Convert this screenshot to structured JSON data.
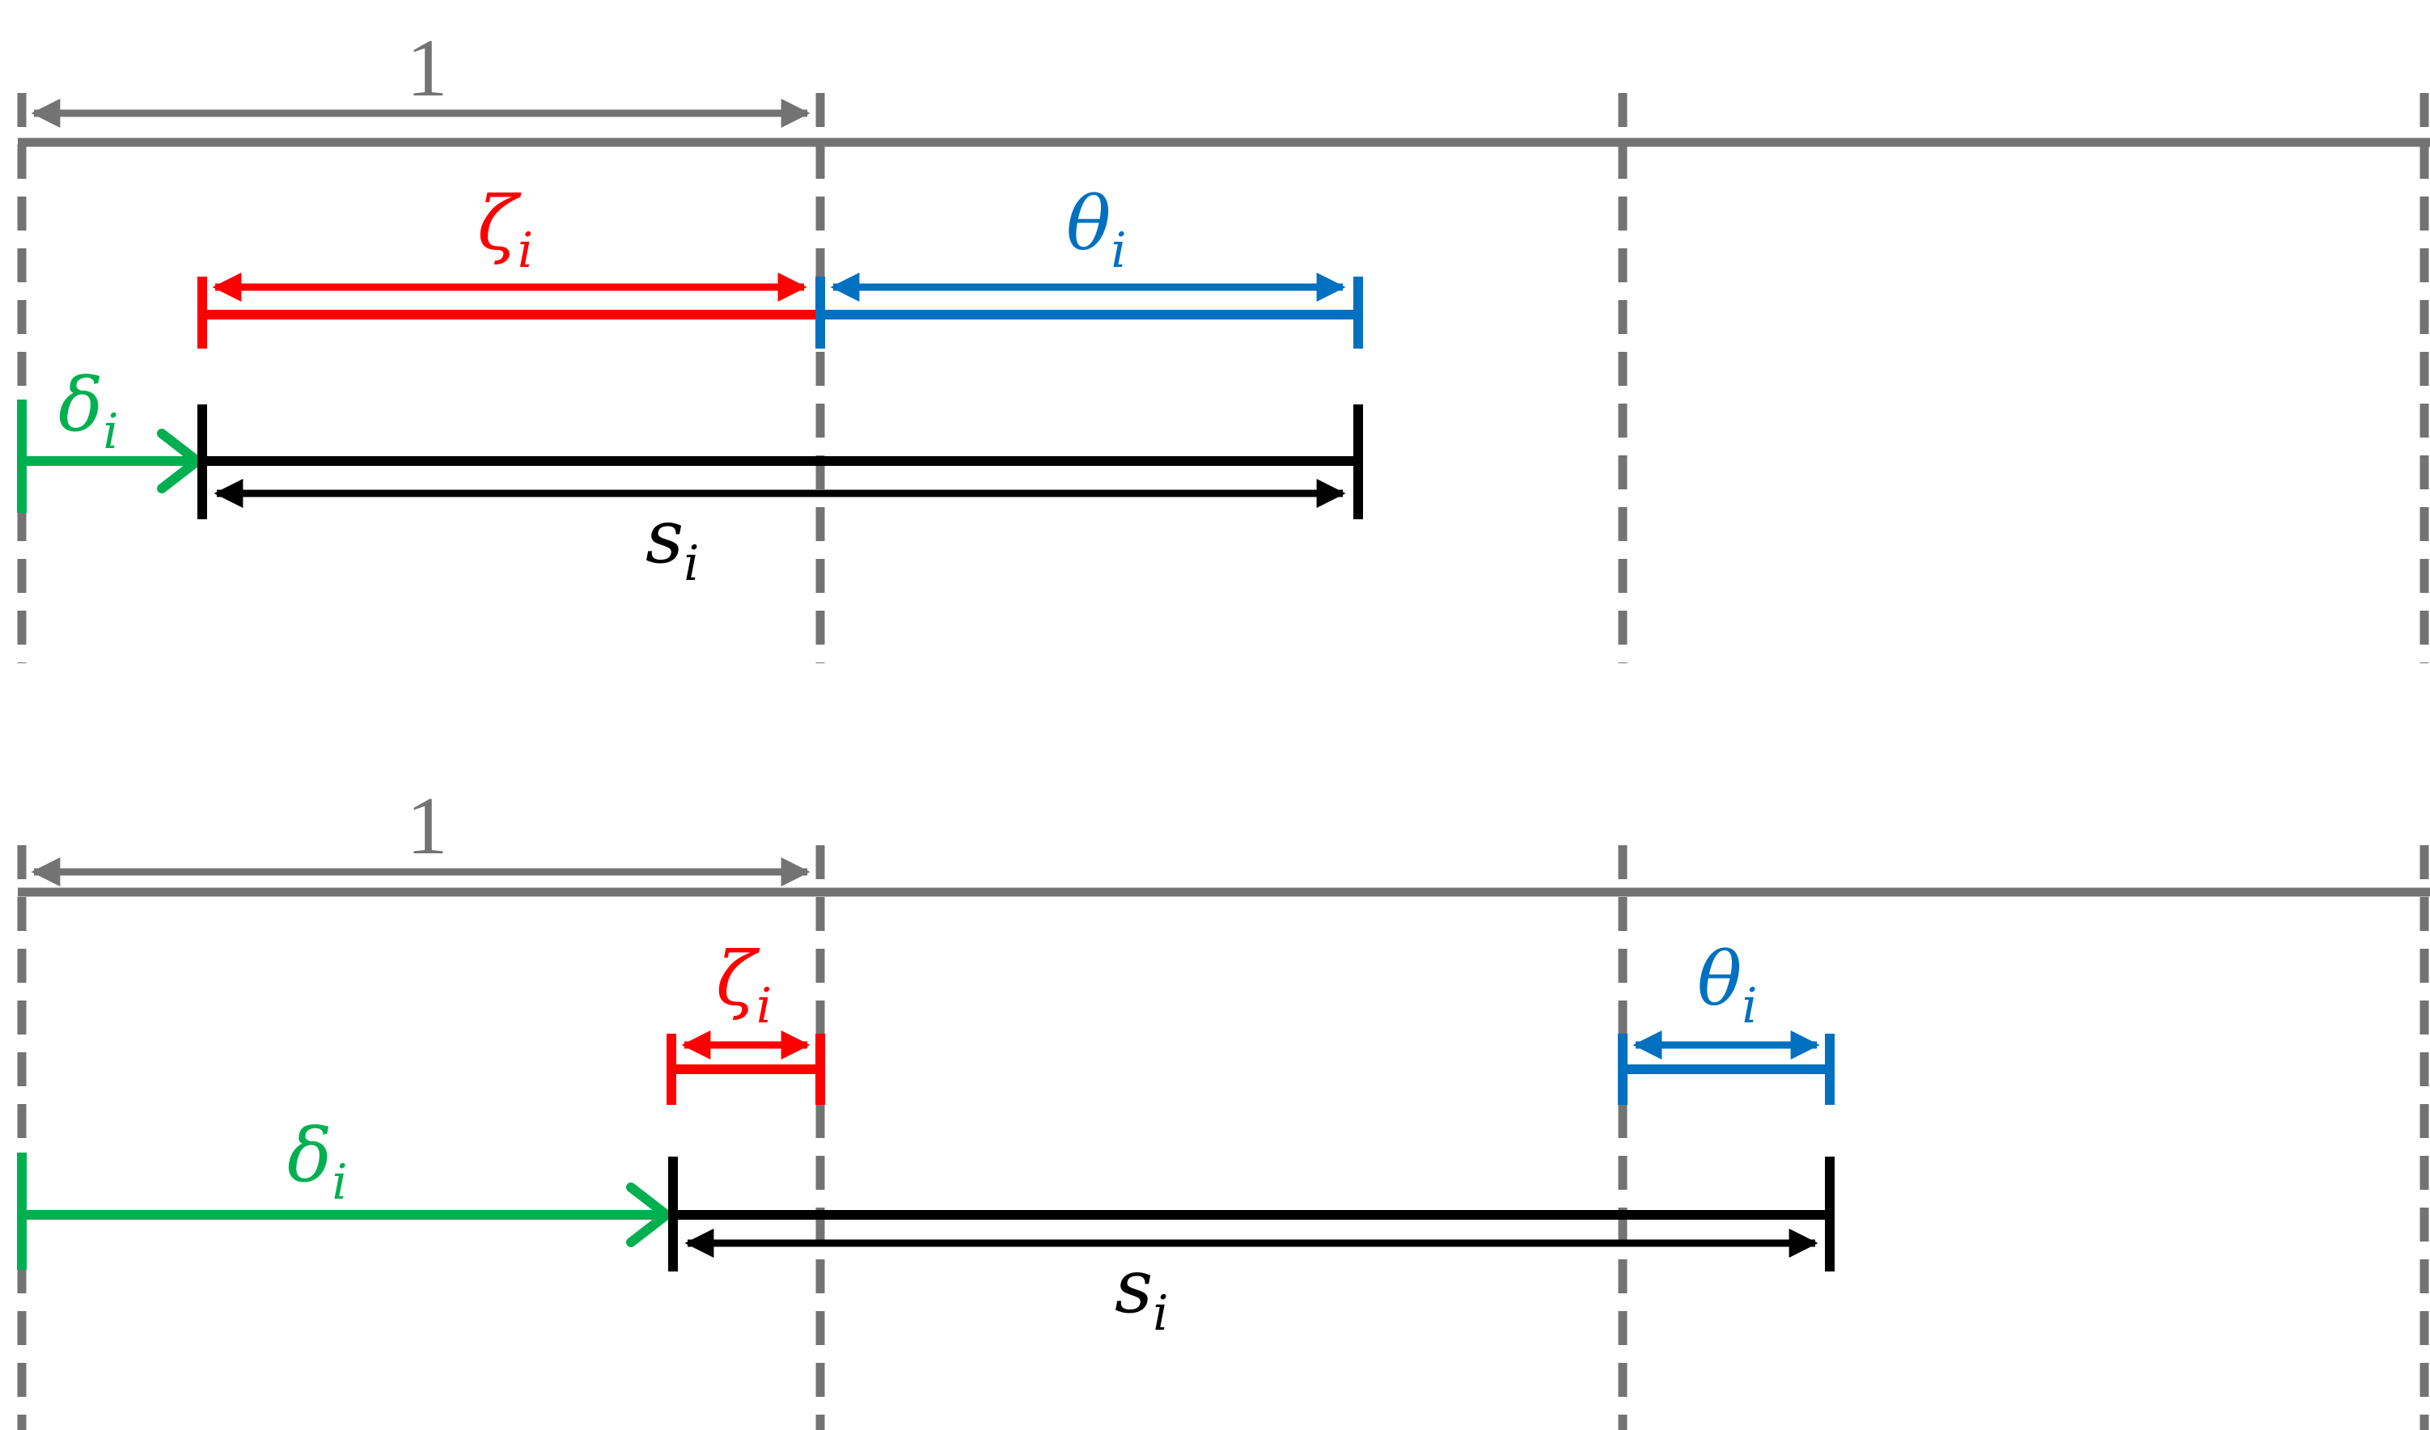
{
  "colors": {
    "grid": "#737373",
    "zeta": "#ff0000",
    "theta": "#0070c0",
    "delta": "#00b050",
    "s": "#000000"
  },
  "panels": [
    {
      "unit_label": "1",
      "zeta": {
        "symbol": "ζ",
        "subscript": "i"
      },
      "theta": {
        "symbol": "θ",
        "subscript": "i"
      },
      "delta": {
        "symbol": "δ",
        "subscript": "i"
      },
      "s": {
        "symbol": "s",
        "subscript": "i"
      }
    },
    {
      "unit_label": "1",
      "zeta": {
        "symbol": "ζ",
        "subscript": "i"
      },
      "theta": {
        "symbol": "θ",
        "subscript": "i"
      },
      "delta": {
        "symbol": "δ",
        "subscript": "i"
      },
      "s": {
        "symbol": "s",
        "subscript": "i"
      }
    }
  ]
}
